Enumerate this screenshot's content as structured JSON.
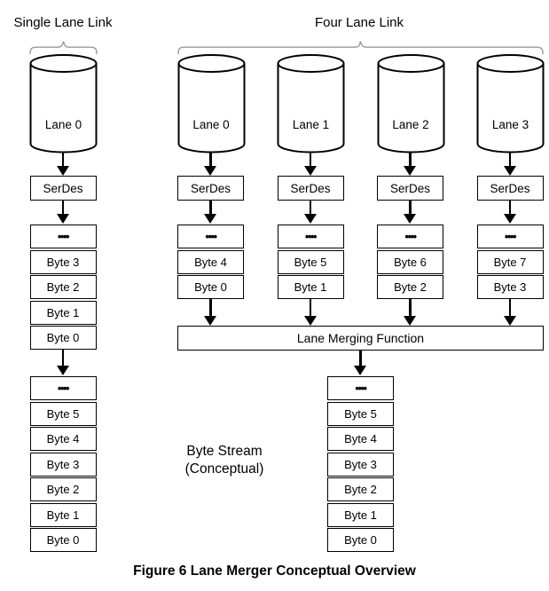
{
  "single_lane": {
    "title": "Single Lane Link",
    "lane_label": "Lane 0",
    "serdes_label": "SerDes",
    "rx_stack": [
      "••••",
      "Byte 3",
      "Byte 2",
      "Byte 1",
      "Byte 0"
    ],
    "stream_stack": [
      "••••",
      "Byte 5",
      "Byte 4",
      "Byte 3",
      "Byte 2",
      "Byte 1",
      "Byte 0"
    ]
  },
  "four_lane": {
    "title": "Four Lane Link",
    "merger_label": "Lane Merging Function",
    "lanes": [
      {
        "label": "Lane 0",
        "serdes_label": "SerDes",
        "stack": [
          "••••",
          "Byte 4",
          "Byte 0"
        ]
      },
      {
        "label": "Lane 1",
        "serdes_label": "SerDes",
        "stack": [
          "••••",
          "Byte 5",
          "Byte 1"
        ]
      },
      {
        "label": "Lane 2",
        "serdes_label": "SerDes",
        "stack": [
          "••••",
          "Byte 6",
          "Byte 2"
        ]
      },
      {
        "label": "Lane 3",
        "serdes_label": "SerDes",
        "stack": [
          "••••",
          "Byte 7",
          "Byte 3"
        ]
      }
    ],
    "stream_stack": [
      "••••",
      "Byte 5",
      "Byte 4",
      "Byte 3",
      "Byte 2",
      "Byte 1",
      "Byte 0"
    ]
  },
  "byte_stream_note": {
    "line1": "Byte Stream",
    "line2": "(Conceptual)"
  },
  "caption": "Figure 6 Lane Merger Conceptual Overview",
  "colors": {
    "line": "#000000",
    "brace": "#999999",
    "background": "#ffffff"
  }
}
